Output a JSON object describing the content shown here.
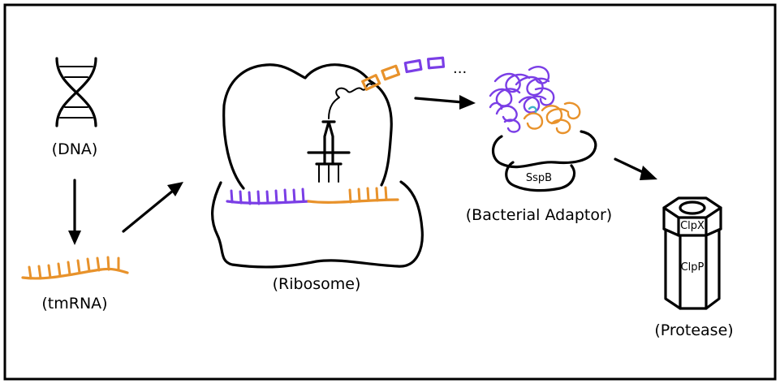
{
  "labels": {
    "dna": "(DNA)",
    "tmrna": "(tmRNA)",
    "ribosome": "(Ribosome)",
    "adaptor": "(Bacterial Adaptor)",
    "adaptor_name": "SspB",
    "protease": "(Protease)",
    "protease_top": "ClpX",
    "protease_body": "ClpP",
    "chain_more": "..."
  },
  "colors": {
    "tmrna": "#e8922b",
    "peptide": "#7a3ee6",
    "outline": "#000000"
  }
}
